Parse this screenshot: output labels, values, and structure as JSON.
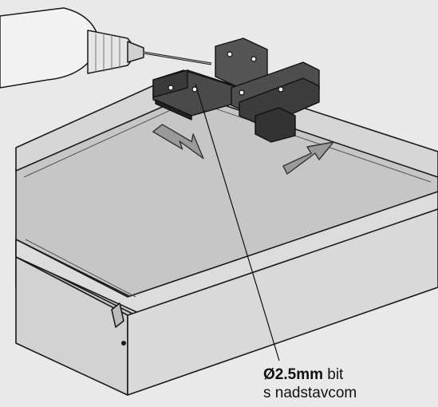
{
  "callout": {
    "bit_size": "Ø2.5mm",
    "bit_word": "bit",
    "line2": "s nadstavcom"
  },
  "colors": {
    "background": "#e9e9e9",
    "drawer_top": "#c4c4c4",
    "drawer_side": "#d8d8d8",
    "jig": "#4a4a4a",
    "jig_dark": "#2e2e2e",
    "drill": "#f2f2f2",
    "outline": "#1a1a1a",
    "arrow": "#9a9a9a"
  },
  "icons": {
    "drill": "power-drill",
    "jig": "drilling-jig",
    "arrows": "push-direction-arrows"
  }
}
